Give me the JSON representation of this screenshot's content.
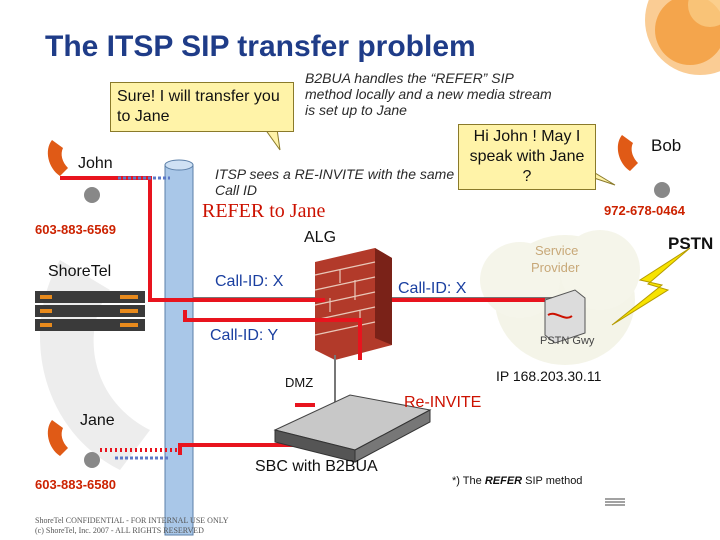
{
  "title": "The ITSP SIP transfer problem",
  "callouts": {
    "john_says": "Sure!  I will transfer you to Jane",
    "bob_says": "Hi John ! May I speak with Jane ?"
  },
  "notes": {
    "b2bua": "B2BUA handles the “REFER” SIP method locally and a new media stream is set up to Jane",
    "itsp": "ITSP sees a RE-INVITE with the same Call ID"
  },
  "labels": {
    "refer_to_jane": "REFER to Jane",
    "alg": "ALG",
    "pstn": "PSTN",
    "service_provider_1": "Service",
    "service_provider_2": "Provider",
    "pstn_gwy": "PSTN Gwy",
    "dmz": "DMZ",
    "ip": "IP 168.203.30.11",
    "reinvite": "Re-INVITE",
    "sbc": "SBC with B2BUA",
    "footnote_prefix": "*) The ",
    "footnote_refer": "REFER",
    "footnote_suffix": " SIP method",
    "confidential_1": "ShoreTel CONFIDENTIAL - FOR INTERNAL USE ONLY",
    "confidential_2": "(c) ShoreTel, Inc. 2007 - ALL RIGHTS RESERVED"
  },
  "people": {
    "john": {
      "name": "John",
      "number": "603-883-6569"
    },
    "jane": {
      "name": "Jane",
      "number": "603-883-6580"
    },
    "bob": {
      "name": "Bob",
      "number": "972-678-0464"
    }
  },
  "shoretel_label": "ShoreTel",
  "call_ids": {
    "x1": "Call-ID: X",
    "x2": "Call-ID: X",
    "y": "Call-ID: Y"
  },
  "colors": {
    "title": "#1f3c88",
    "callout_fill": "#fff3a8",
    "signal_red": "#e8141e",
    "call_id_blue": "#1a3fa0",
    "pipe_blue": "#a9c7e8",
    "firewall": "#b23a2a"
  },
  "icons": [
    "phone-icon",
    "firewall-icon",
    "cloud-icon",
    "lightning-icon",
    "server-icon",
    "sbc-box-icon"
  ]
}
